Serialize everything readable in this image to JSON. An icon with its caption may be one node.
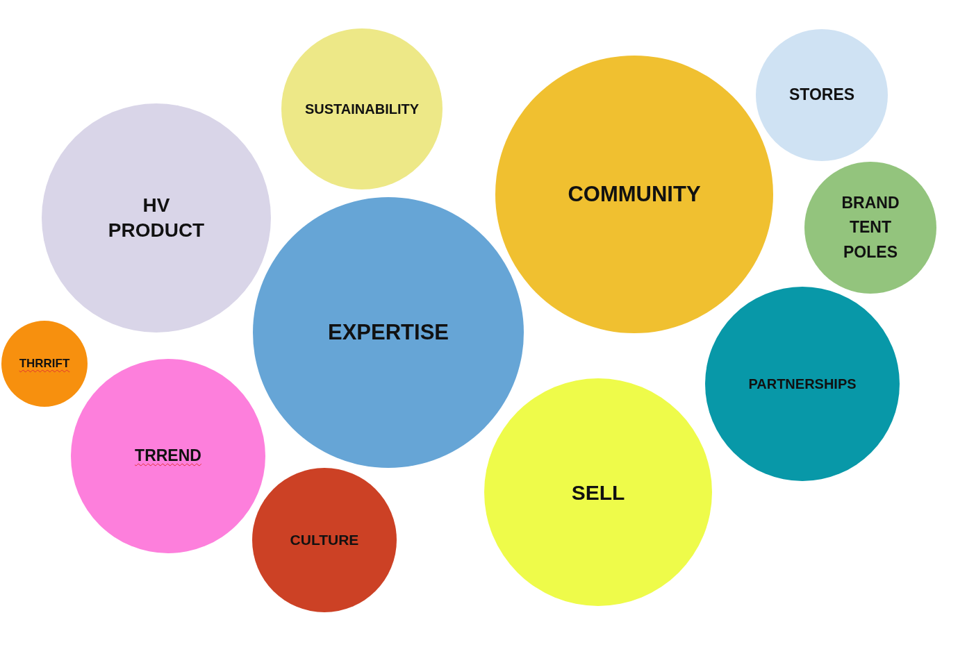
{
  "diagram": {
    "nodes": [
      {
        "text": [
          "SUSTAINABILITY"
        ]
      },
      {
        "text": [
          "STORES"
        ]
      },
      {
        "text": [
          "COMMUNITY"
        ]
      },
      {
        "text": [
          "HV PRODUCT"
        ]
      },
      {
        "text": [
          "BRAND TENT POLES"
        ]
      },
      {
        "text": [
          "EXPERTISE"
        ]
      },
      {
        "text": [
          "PARTNERSHIPS"
        ]
      },
      {
        "text": [
          "THRRIFT"
        ]
      },
      {
        "text": [
          "TRREND"
        ]
      },
      {
        "text": [
          "SELL"
        ]
      },
      {
        "text": [
          "CULTURE"
        ]
      }
    ]
  }
}
